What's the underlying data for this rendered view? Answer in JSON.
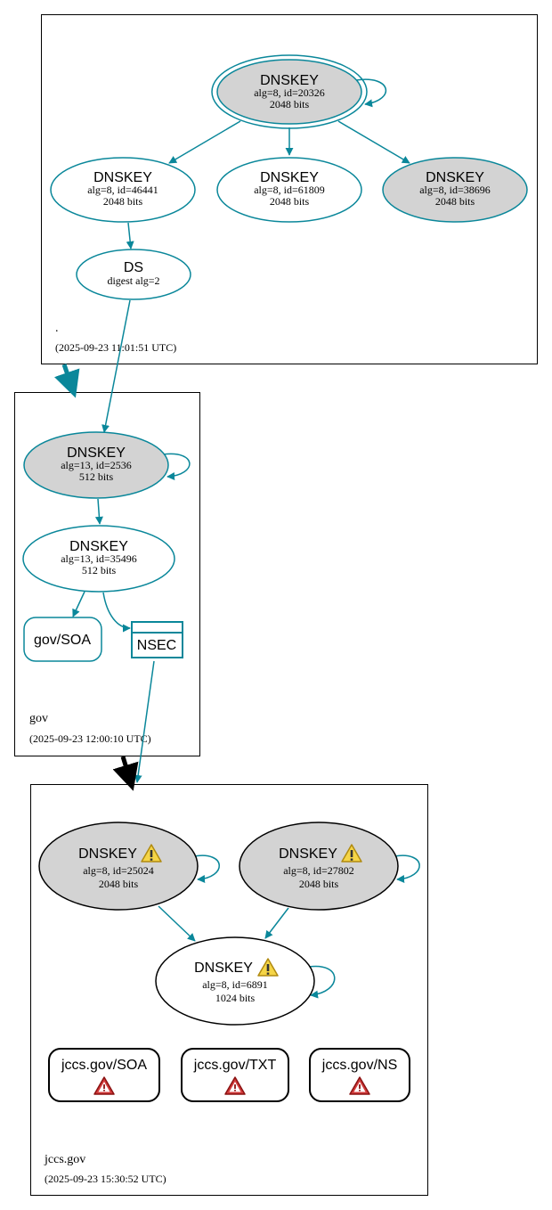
{
  "colors": {
    "edge": "#0a879a",
    "secure_fill": "#d3d3d3",
    "plain_fill": "#ffffff",
    "delegation_insecure": "#000000",
    "border": "#000000"
  },
  "zones": {
    "root": {
      "name": ".",
      "timestamp": "(2025-09-23 11:01:51 UTC)"
    },
    "gov": {
      "name": "gov",
      "timestamp": "(2025-09-23 12:00:10 UTC)"
    },
    "jccs": {
      "name": "jccs.gov",
      "timestamp": "(2025-09-23 15:30:52 UTC)"
    }
  },
  "nodes": {
    "root_ksk": {
      "title": "DNSKEY",
      "line1": "alg=8, id=20326",
      "line2": "2048 bits"
    },
    "root_zsk1": {
      "title": "DNSKEY",
      "line1": "alg=8, id=46441",
      "line2": "2048 bits"
    },
    "root_zsk2": {
      "title": "DNSKEY",
      "line1": "alg=8, id=61809",
      "line2": "2048 bits"
    },
    "root_zsk3": {
      "title": "DNSKEY",
      "line1": "alg=8, id=38696",
      "line2": "2048 bits"
    },
    "root_ds": {
      "title": "DS",
      "line1": "digest alg=2"
    },
    "gov_ksk": {
      "title": "DNSKEY",
      "line1": "alg=13, id=2536",
      "line2": "512 bits"
    },
    "gov_zsk": {
      "title": "DNSKEY",
      "line1": "alg=13, id=35496",
      "line2": "512 bits"
    },
    "gov_soa": {
      "title": "gov/SOA"
    },
    "gov_nsec": {
      "title": "NSEC"
    },
    "jccs_ksk1": {
      "title": "DNSKEY",
      "line1": "alg=8, id=25024",
      "line2": "2048 bits",
      "icon": "warning-icon"
    },
    "jccs_ksk2": {
      "title": "DNSKEY",
      "line1": "alg=8, id=27802",
      "line2": "2048 bits",
      "icon": "warning-icon"
    },
    "jccs_zsk": {
      "title": "DNSKEY",
      "line1": "alg=8, id=6891",
      "line2": "1024 bits",
      "icon": "warning-icon"
    },
    "jccs_soa": {
      "title": "jccs.gov/SOA",
      "icon": "error-icon"
    },
    "jccs_txt": {
      "title": "jccs.gov/TXT",
      "icon": "error-icon"
    },
    "jccs_ns": {
      "title": "jccs.gov/NS",
      "icon": "error-icon"
    }
  }
}
